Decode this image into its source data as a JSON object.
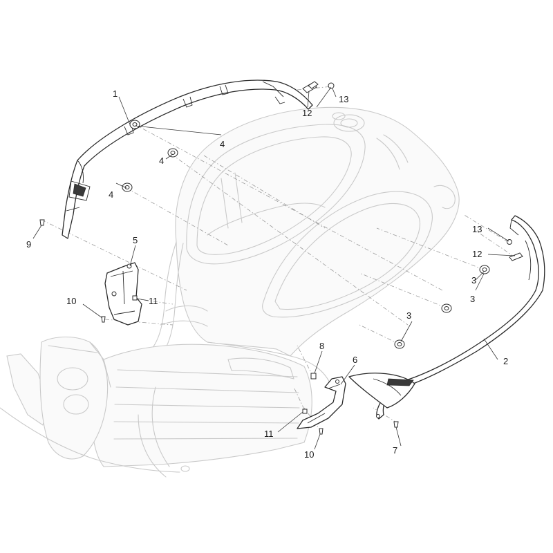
{
  "callouts": [
    {
      "id": "c1",
      "label": "1"
    },
    {
      "id": "c2",
      "label": "2"
    },
    {
      "id": "c3a",
      "label": "3"
    },
    {
      "id": "c3b",
      "label": "3"
    },
    {
      "id": "c3c",
      "label": "3"
    },
    {
      "id": "c4a",
      "label": "4"
    },
    {
      "id": "c4b",
      "label": "4"
    },
    {
      "id": "c4c",
      "label": "4"
    },
    {
      "id": "c5",
      "label": "5"
    },
    {
      "id": "c6",
      "label": "6"
    },
    {
      "id": "c7",
      "label": "7"
    },
    {
      "id": "c8",
      "label": "8"
    },
    {
      "id": "c9",
      "label": "9"
    },
    {
      "id": "c10a",
      "label": "10"
    },
    {
      "id": "c10b",
      "label": "10"
    },
    {
      "id": "c11a",
      "label": "11"
    },
    {
      "id": "c11b",
      "label": "11"
    },
    {
      "id": "c12a",
      "label": "12"
    },
    {
      "id": "c12b",
      "label": "12"
    },
    {
      "id": "c13a",
      "label": "13"
    },
    {
      "id": "c13b",
      "label": "13"
    }
  ],
  "colors": {
    "part_outline": "#2a2a2a",
    "ghost_body": "#c9c9c9",
    "background": "#ffffff"
  }
}
